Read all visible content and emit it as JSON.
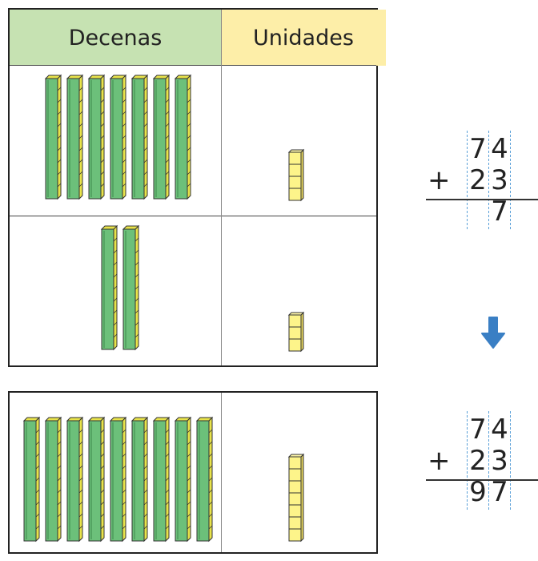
{
  "table": {
    "header_tens": "Decenas",
    "header_units": "Unidades"
  },
  "blocks": {
    "row1": {
      "tens": 7,
      "units": 4
    },
    "row2": {
      "tens": 2,
      "units": 3
    },
    "result": {
      "tens": 9,
      "units": 7
    }
  },
  "sum_top": {
    "operator": "+",
    "addend1": [
      "7",
      "4"
    ],
    "addend2": [
      "2",
      "3"
    ],
    "result": [
      "",
      "7"
    ]
  },
  "sum_bottom": {
    "operator": "+",
    "addend1": [
      "7",
      "4"
    ],
    "addend2": [
      "2",
      "3"
    ],
    "result": [
      "9",
      "7"
    ]
  },
  "colors": {
    "rod_green": "#6cc07a",
    "rod_side": "#e8e34a",
    "cube_yellow": "#fdf48a",
    "arrow_blue": "#3a7fc4",
    "header_green": "#c6e2b2",
    "header_yellow": "#fdeea8"
  },
  "icons": {
    "arrow": "arrow-down-icon"
  }
}
